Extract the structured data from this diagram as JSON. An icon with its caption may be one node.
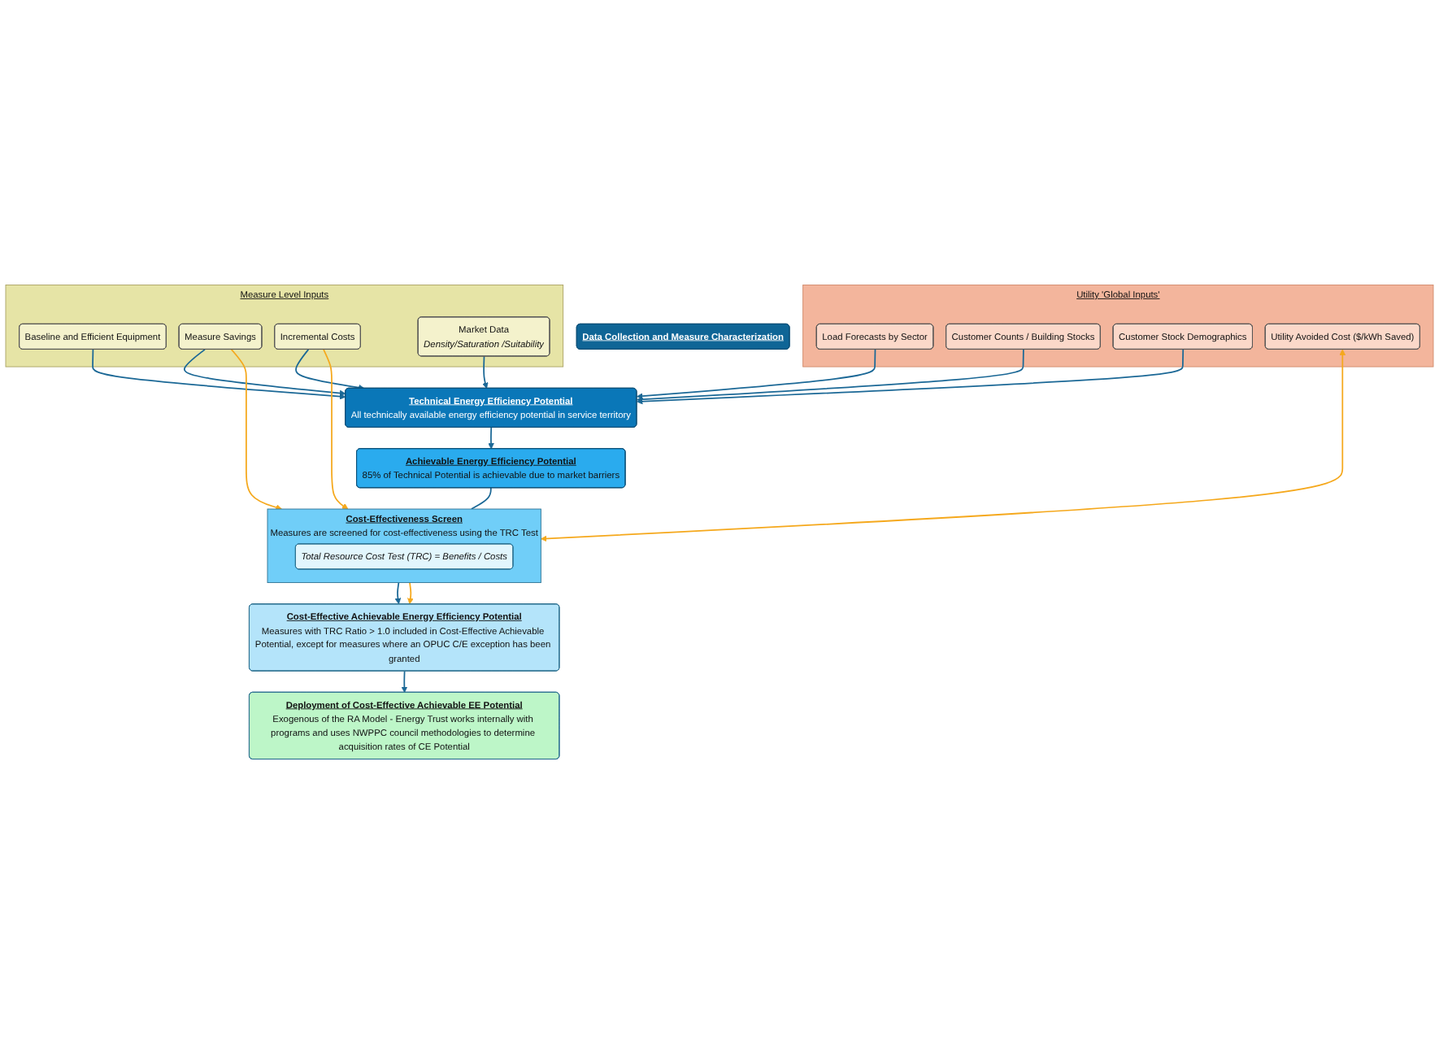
{
  "diagram": {
    "nodes": [
      {
        "text": [
          "Data Collection and Measure Characterization"
        ]
      },
      {
        "text": [
          "Measure Level Inputs"
        ]
      },
      {
        "text": [
          "Baseline and Efficient Equipment"
        ],
        "in": 1
      },
      {
        "text": [
          "Measure Savings"
        ],
        "in": 1
      },
      {
        "text": [
          "Incremental Costs"
        ],
        "in": 1
      },
      {
        "text": [
          "Market Data",
          "Density/Saturation /Suitability"
        ],
        "in": 1
      },
      {
        "text": [
          "Utility 'Global Inputs'"
        ]
      },
      {
        "text": [
          "Load Forecasts by Sector"
        ],
        "in": 6
      },
      {
        "text": [
          "Customer Counts / Building Stocks"
        ],
        "in": 6
      },
      {
        "text": [
          "Customer Stock Demographics"
        ],
        "in": 6
      },
      {
        "text": [
          "Utility Avoided Cost ($/kWh Saved)"
        ],
        "in": 6
      },
      {
        "text": [
          "Technical Energy Efficiency Potential",
          "All technically available energy efficiency potential in service territory"
        ]
      },
      {
        "text": [
          "Achievable Energy Efficiency Potential",
          "85% of Technical Potential is achievable due to market barriers"
        ]
      },
      {
        "text": [
          "Cost-Effectiveness Screen",
          "Measures are screened for cost-effectiveness using the TRC Test"
        ]
      },
      {
        "text": [
          "Total Resource Cost Test (TRC) = Benefits / Costs"
        ],
        "in": 13
      },
      {
        "text": [
          "Cost-Effective Achievable Energy Efficiency Potential",
          "Measures with TRC Ratio > 1.0 included in Cost-Effective Achievable Potential, except for measures where an OPUC C/E exception has been granted"
        ]
      },
      {
        "text": [
          "Deployment of Cost-Effective Achievable EE Potential",
          "Exogenous of the RA Model - Energy Trust works internally with programs and uses NWPPC council methodologies to determine acquisition rates of CE Potential"
        ]
      }
    ],
    "edges": [
      {
        "from": 2,
        "to": 11,
        "arrow": "to"
      },
      {
        "from": 3,
        "to": 11,
        "arrow": "to"
      },
      {
        "from": 4,
        "to": 11,
        "arrow": "to"
      },
      {
        "from": 5,
        "to": 11,
        "arrow": "to"
      },
      {
        "from": 7,
        "to": 11,
        "arrow": "to"
      },
      {
        "from": 8,
        "to": 11,
        "arrow": "to"
      },
      {
        "from": 9,
        "to": 11,
        "arrow": "to"
      },
      {
        "from": 3,
        "to": 13,
        "arrow": "to",
        "color": "#f5a81c"
      },
      {
        "from": 4,
        "to": 13,
        "arrow": "to",
        "color": "#f5a81c"
      },
      {
        "from": 13,
        "to": 10,
        "arrow": "both",
        "color": "#f5a81c"
      },
      {
        "from": 11,
        "to": 12,
        "arrow": "to"
      },
      {
        "from": 12,
        "to": 13,
        "arrow": "none"
      },
      {
        "from": 13,
        "to": 15,
        "arrow": "to"
      },
      {
        "from": 13,
        "to": 15,
        "arrow": "to",
        "color": "#f5a81c"
      },
      {
        "from": 15,
        "to": 16,
        "arrow": "to"
      }
    ]
  }
}
